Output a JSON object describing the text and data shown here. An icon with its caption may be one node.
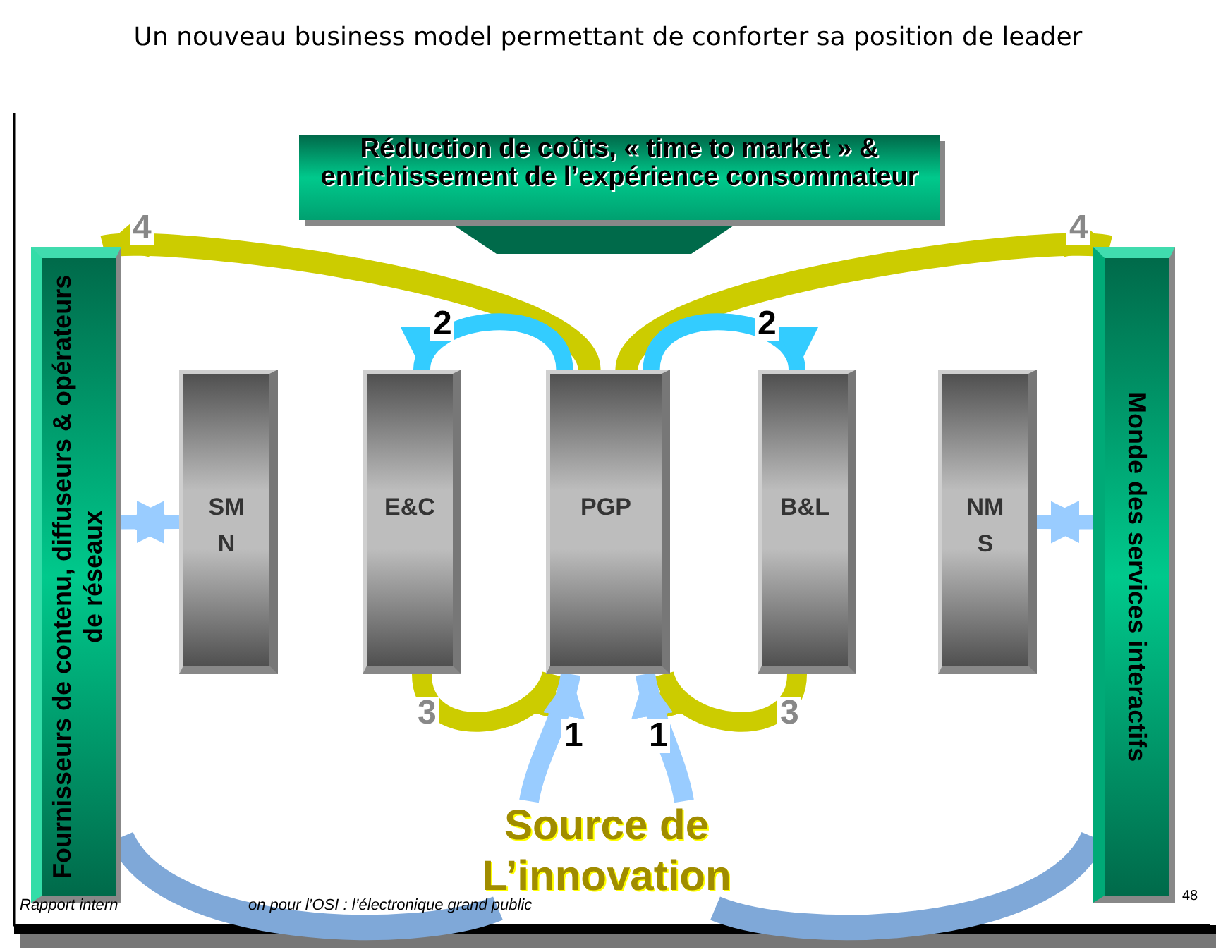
{
  "diagram": {
    "title": "Un nouveau business model permettant de conforter sa position de leader",
    "nodes": [
      {
        "text": [
          "Réduction de coûts, « time to market » & enrichissement de l’expérience consommateur"
        ]
      },
      {
        "text": [
          "Fournisseurs de contenu, diffuseurs & opérateurs de réseaux"
        ]
      },
      {
        "text": [
          "SM N"
        ]
      },
      {
        "text": [
          "E&C"
        ]
      },
      {
        "text": [
          "PGP"
        ]
      },
      {
        "text": [
          "B&L"
        ]
      },
      {
        "text": [
          "NM S"
        ]
      },
      {
        "text": [
          "Monde des services interactifs"
        ]
      },
      {
        "text": [
          "Source de L’innovation"
        ]
      }
    ],
    "edges": [
      {
        "from": 4,
        "to": 1,
        "arrow": "to",
        "label": "4",
        "color": "#cccc00"
      },
      {
        "from": 4,
        "to": 7,
        "arrow": "to",
        "label": "4",
        "color": "#cccc00"
      },
      {
        "from": 4,
        "to": 3,
        "arrow": "to",
        "label": "2",
        "color": "#33ccff"
      },
      {
        "from": 4,
        "to": 5,
        "arrow": "to",
        "label": "2",
        "color": "#33ccff"
      },
      {
        "from": 3,
        "to": 4,
        "arrow": "to",
        "label": "3",
        "color": "#cccc00"
      },
      {
        "from": 5,
        "to": 4,
        "arrow": "to",
        "label": "3",
        "color": "#cccc00"
      },
      {
        "from": 8,
        "to": 4,
        "arrow": "to",
        "label": "1",
        "color": "#99ccff"
      },
      {
        "from": 8,
        "to": 4,
        "arrow": "to",
        "label": "1",
        "color": "#99ccff"
      },
      {
        "from": 8,
        "to": 1,
        "arrow": "none",
        "color": "#7fa8d8"
      },
      {
        "from": 8,
        "to": 7,
        "arrow": "none",
        "color": "#7fa8d8"
      },
      {
        "from": 1,
        "to": 2,
        "arrow": "both",
        "color": "#99ccff"
      },
      {
        "from": 6,
        "to": 7,
        "arrow": "both",
        "color": "#99ccff"
      }
    ],
    "labels": [
      "Rapport intern",
      "on pour l’OSI : l’électronique grand public",
      "48"
    ]
  }
}
